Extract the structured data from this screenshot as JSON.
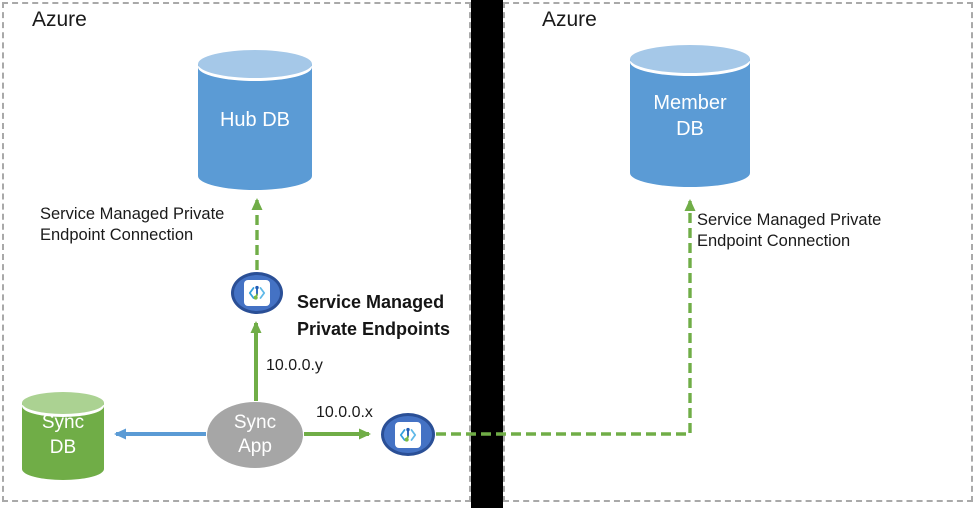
{
  "regions": {
    "left": {
      "title": "Azure"
    },
    "right": {
      "title": "Azure"
    }
  },
  "nodes": {
    "hub_db": {
      "lines": [
        "Hub DB"
      ]
    },
    "member_db": {
      "lines": [
        "Member",
        "DB"
      ]
    },
    "sync_db": {
      "lines": [
        "Sync",
        "DB"
      ]
    },
    "sync_app": {
      "lines": [
        "Sync",
        "App"
      ]
    }
  },
  "labels": {
    "hub_connection": {
      "lines": [
        "Service Managed Private",
        "Endpoint Connection"
      ]
    },
    "member_connection": {
      "lines": [
        "Service Managed Private",
        "Endpoint Connection"
      ]
    },
    "endpoints_heading": {
      "lines": [
        "Service Managed",
        "Private Endpoints"
      ]
    },
    "ip_y": "10.0.0.y",
    "ip_x": "10.0.0.x"
  },
  "icons": {
    "private_endpoint": "private-endpoint-icon"
  },
  "colors": {
    "db_blue": "#5b9bd5",
    "db_blue_top": "#a5c8e8",
    "sync_green": "#70ad47",
    "sync_green_top": "#abd292",
    "app_gray": "#a6a6a6",
    "endpoint_fill": "#4472c4",
    "endpoint_border": "#2a4f96",
    "arrow_green": "#70ad47",
    "arrow_blue": "#5b9bd5",
    "boundary_divider": "#000000",
    "region_border": "#a9a9a9"
  }
}
